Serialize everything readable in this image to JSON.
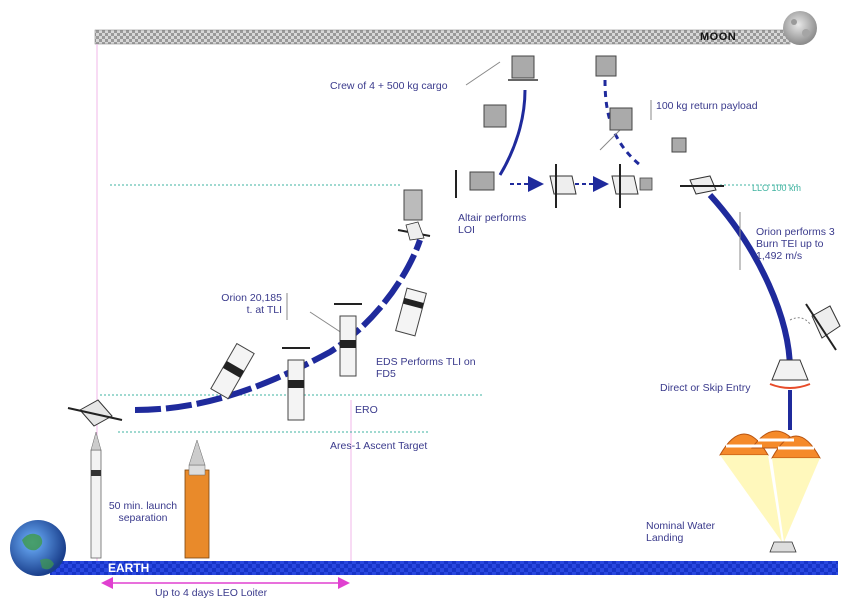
{
  "labels": {
    "moon": "MOON",
    "earth": "EARTH",
    "crew": "Crew of 4 + 500 kg cargo",
    "return_payload": "100 kg return payload",
    "llo": "LLO 100 km",
    "altair": "Altair performs LOI",
    "orion_tei": "Orion performs 3 Burn TEI up to 1,492 m/s",
    "orion_mass": "Orion 20,185 t. at TLI",
    "eds": "EDS Performs TLI on FD5",
    "ero": "ERO",
    "ares_target": "Ares-1 Ascent Target",
    "entry": "Direct or Skip Entry",
    "landing": "Nominal Water Landing",
    "launch_sep": "50 min. launch separation",
    "loiter": "Up to 4 days LEO Loiter"
  },
  "colors": {
    "trajectory": "#1f2a9c",
    "orbit_line": "#3fb3a0",
    "label_text": "#3a3a8c",
    "earth_bar": "#1734c8",
    "loiter_arrow": "#e040d0"
  }
}
